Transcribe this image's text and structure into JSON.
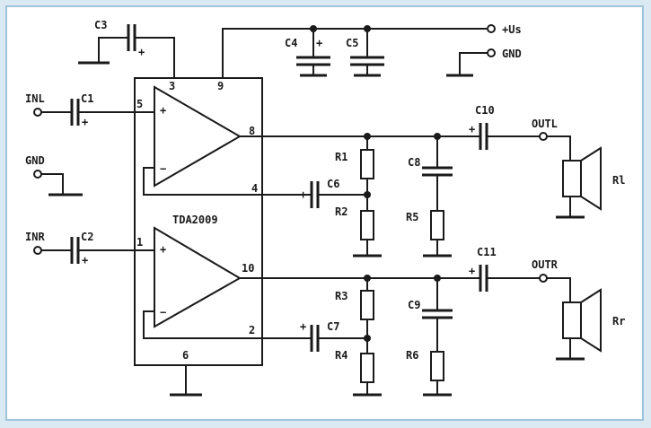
{
  "ic": {
    "name": "TDA2009"
  },
  "pins": {
    "p1": "1",
    "p2": "2",
    "p3": "3",
    "p4": "4",
    "p5": "5",
    "p6": "6",
    "p8": "8",
    "p9": "9",
    "p10": "10"
  },
  "terminals": {
    "vs": "+Us",
    "gnd_top": "GND",
    "gnd_left": "GND",
    "inl": "INL",
    "inr": "INR",
    "outl": "OUTL",
    "outr": "OUTR"
  },
  "capacitors": {
    "c1": "C1",
    "c2": "C2",
    "c3": "C3",
    "c4": "C4",
    "c5": "C5",
    "c6": "C6",
    "c7": "C7",
    "c8": "C8",
    "c9": "C9",
    "c10": "C10",
    "c11": "C11"
  },
  "resistors": {
    "r1": "R1",
    "r2": "R2",
    "r3": "R3",
    "r4": "R4",
    "r5": "R5",
    "r6": "R6"
  },
  "speakers": {
    "left": "Rl",
    "right": "Rr"
  },
  "opamp_signs": {
    "plus": "+",
    "minus": "−"
  },
  "polarity": "+",
  "colors": {
    "line": "#1a1a1a",
    "frame": "#9ec4dc",
    "background": "#dbe9f2"
  }
}
